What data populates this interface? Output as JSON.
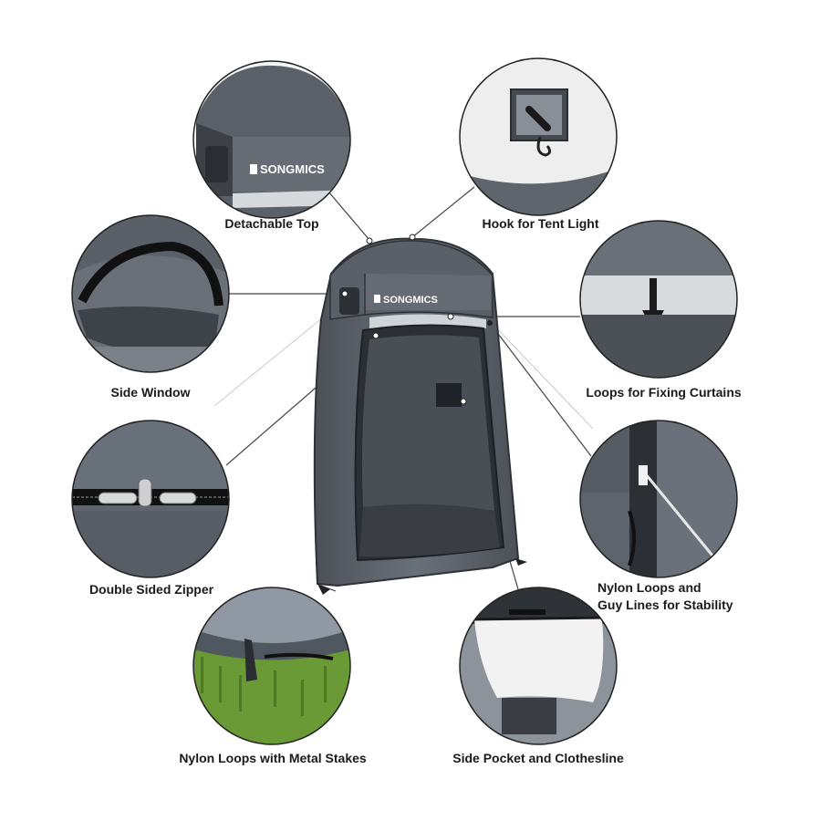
{
  "brand": {
    "tent_logo": "SONGMICS",
    "top_logo": "SONGMICS"
  },
  "features": {
    "detachable_top": "Detachable Top",
    "hook_for_tent_light": "Hook for Tent Light",
    "side_window": "Side Window",
    "loops_for_fixing_curtains": "Loops for Fixing Curtains",
    "double_sided_zipper": "Double Sided Zipper",
    "nylon_loops_guy_lines_line1": "Nylon Loops and",
    "nylon_loops_guy_lines_line2": "Guy Lines for Stability",
    "nylon_loops_metal_stakes": "Nylon Loops with Metal Stakes",
    "side_pocket_clothesline": "Side Pocket and Clothesline"
  },
  "colors": {
    "tent_body": "#5b6169",
    "tent_dark": "#2f3338",
    "tent_inner": "#4a4f55",
    "tent_light": "#c8cdd2",
    "grass": "#5d8a2e",
    "leader_line": "#444444"
  }
}
